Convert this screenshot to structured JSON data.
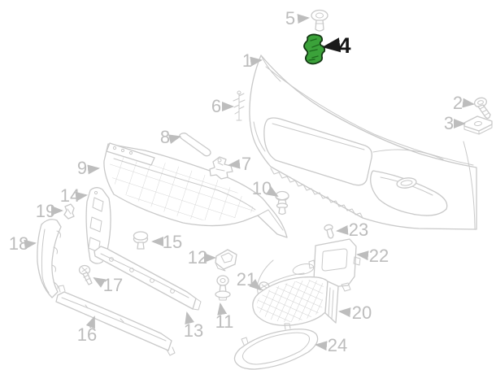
{
  "diagram": {
    "kind": "exploded-parts-diagram",
    "subject": "front bumper assembly",
    "selected_callout": "4",
    "colors": {
      "background": "#ffffff",
      "line": "#c9c9c9",
      "label": "#bdbdbd",
      "selected_label": "#151515",
      "highlight_fill": "#3ba23a",
      "highlight_detail": "#1e6b1e",
      "highlight_outline": "#143814"
    },
    "callouts": [
      {
        "num": "1"
      },
      {
        "num": "2"
      },
      {
        "num": "3"
      },
      {
        "num": "4"
      },
      {
        "num": "5"
      },
      {
        "num": "6"
      },
      {
        "num": "7"
      },
      {
        "num": "8"
      },
      {
        "num": "9"
      },
      {
        "num": "10"
      },
      {
        "num": "11"
      },
      {
        "num": "12"
      },
      {
        "num": "13"
      },
      {
        "num": "14"
      },
      {
        "num": "15"
      },
      {
        "num": "16"
      },
      {
        "num": "17"
      },
      {
        "num": "18"
      },
      {
        "num": "19"
      },
      {
        "num": "20"
      },
      {
        "num": "21"
      },
      {
        "num": "22"
      },
      {
        "num": "23"
      },
      {
        "num": "24"
      }
    ]
  }
}
